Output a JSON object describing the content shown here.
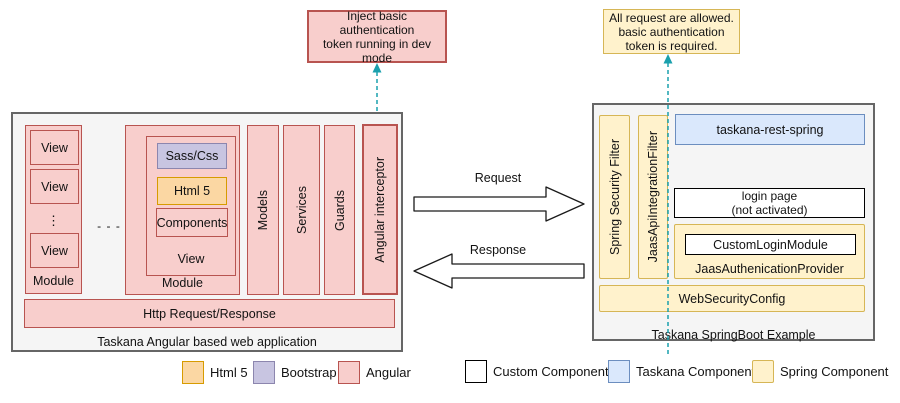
{
  "palette": {
    "angular_fill": "#f8cecc",
    "angular_stroke": "#b85450",
    "html5_fill": "#fbd7a3",
    "html5_stroke": "#d79b00",
    "bootstrap_fill": "#c8c5e1",
    "bootstrap_stroke": "#8c86ae",
    "taskana_fill": "#dae8fc",
    "taskana_stroke": "#6c8ebf",
    "spring_fill": "#fff2cc",
    "spring_stroke": "#d6b656",
    "container_fill": "#f5f5f5",
    "container_stroke": "#666666",
    "custom_fill": "#ffffff",
    "custom_stroke": "#000000",
    "dashed_arrow": "#1aa0ad"
  },
  "notes": {
    "inject": {
      "text": "Inject basic authentication\ntoken running in dev\nmode"
    },
    "allow": {
      "text": "All request are allowed.\nbasic authentication\ntoken is required."
    }
  },
  "angular_app": {
    "title": "Taskana Angular based web application",
    "module1": {
      "label": "Module",
      "views": [
        "View",
        "View",
        "View"
      ],
      "dots": "⋮"
    },
    "ellipsis": "- - -",
    "module2": {
      "label": "Module",
      "view_label": "View",
      "sass_label": "Sass/Css",
      "html_label": "Html 5",
      "components_label": "Components"
    },
    "columns": [
      "Models",
      "Services",
      "Guards",
      "Angular interceptor"
    ],
    "http_bar": "Http Request/Response"
  },
  "flows": {
    "request": "Request",
    "response": "Response"
  },
  "springboot": {
    "title": "Taskana SpringBoot Example",
    "filters": [
      "Spring Security Filter",
      "JaasApiIntegrationFilter"
    ],
    "rest_label": "taskana-rest-spring",
    "login_page": "login page\n(not activated)",
    "provider_label": "JaasAuthenicationProvider",
    "custom_login": "CustomLoginModule",
    "web_security": "WebSecurityConfig"
  },
  "legend": [
    {
      "label": "Html 5"
    },
    {
      "label": "Bootstrap"
    },
    {
      "label": "Angular"
    },
    {
      "label": "Custom Component"
    },
    {
      "label": "Taskana Component"
    },
    {
      "label": "Spring Component"
    }
  ]
}
